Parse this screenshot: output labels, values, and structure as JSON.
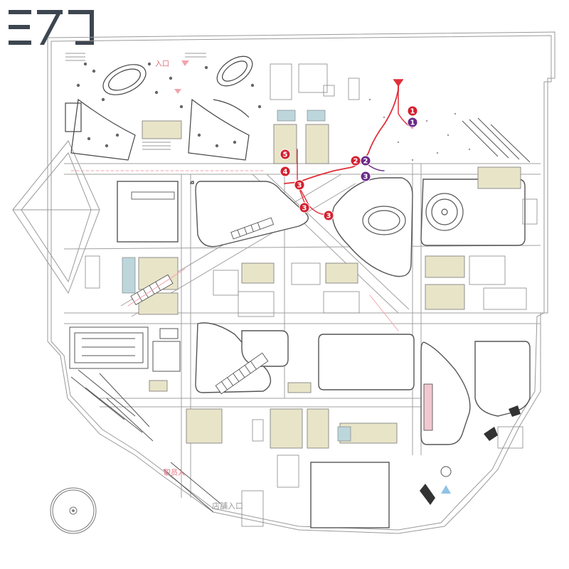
{
  "colors": {
    "route": "#e0303a",
    "route_light": "#f2a3ad",
    "marker_red": "#d42030",
    "marker_purple": "#6a2a8a",
    "blueprint_line": "#9a9a9a",
    "room_fill": "#e8e4c8",
    "tile_fill": "#bcd6dc",
    "logo": "#3d4650",
    "entrance_arrow": "#8ec3e6"
  },
  "logo": {
    "text": "EZJ",
    "icon": "ezj-logo"
  },
  "labels": {
    "entrance_top": "入口",
    "staff_entrance": "职员入",
    "bottom_gate": "店舗入口"
  },
  "markers": [
    {
      "id": "red-1",
      "number": "1",
      "color": "red"
    },
    {
      "id": "purple-1",
      "number": "1",
      "color": "purple"
    },
    {
      "id": "red-2",
      "number": "2",
      "color": "red"
    },
    {
      "id": "purple-2",
      "number": "2",
      "color": "purple"
    },
    {
      "id": "purple-3",
      "number": "3",
      "color": "purple"
    },
    {
      "id": "red-3a",
      "number": "3",
      "color": "red"
    },
    {
      "id": "red-3b",
      "number": "3",
      "color": "red"
    },
    {
      "id": "red-3c",
      "number": "3",
      "color": "red"
    },
    {
      "id": "red-4",
      "number": "4",
      "color": "red"
    },
    {
      "id": "red-5",
      "number": "5",
      "color": "red"
    }
  ],
  "icons": {
    "north": "north-compass-icon",
    "entrance": "entrance-arrow-icon"
  }
}
